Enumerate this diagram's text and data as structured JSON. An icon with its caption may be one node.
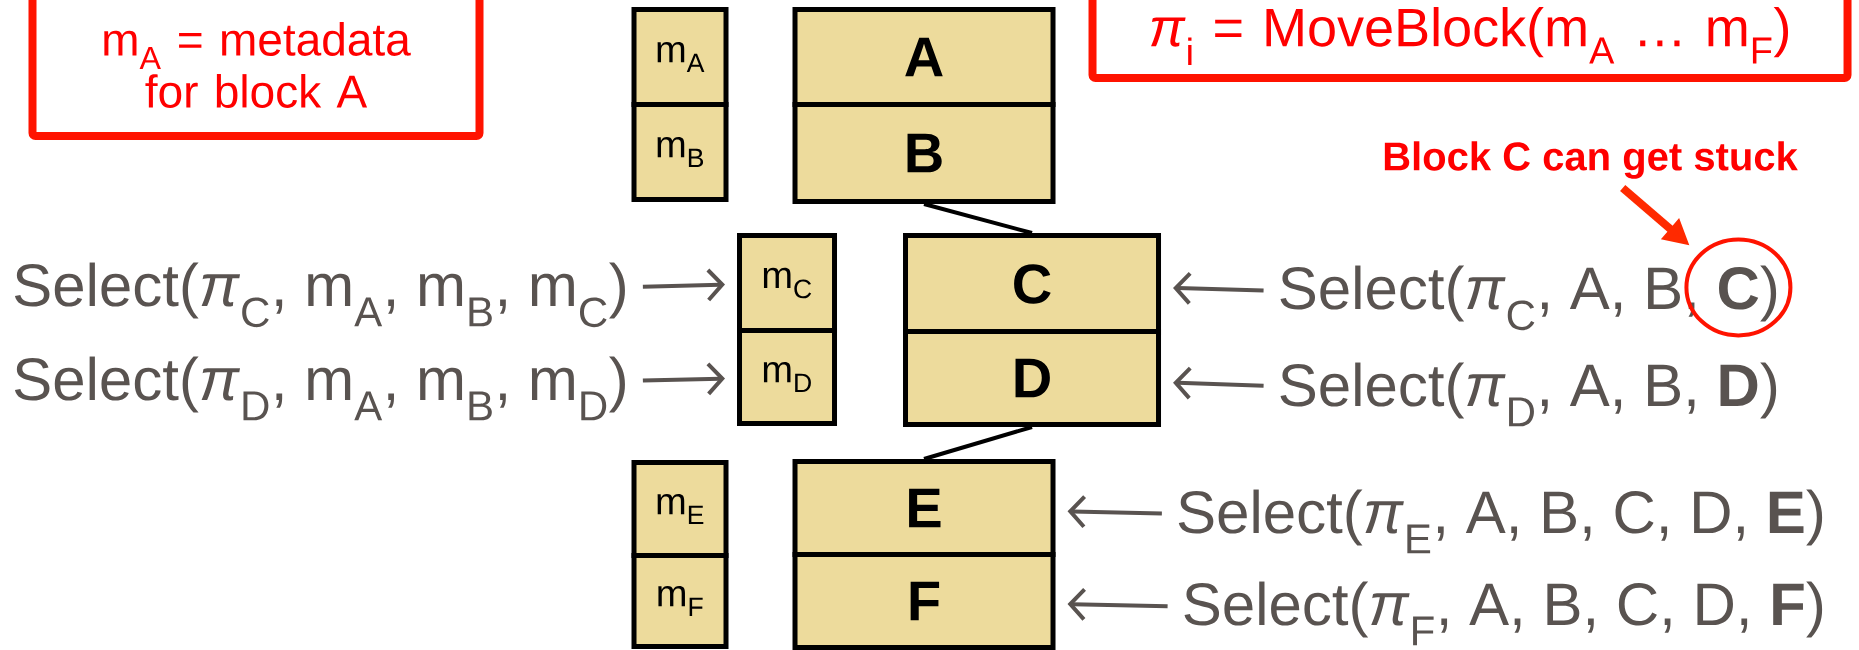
{
  "diagram": {
    "nodes": [
      {
        "text": [
          "m$_{A}$ = metadata for block A"
        ]
      },
      {
        "text": [
          "m$_{A}$"
        ]
      },
      {
        "text": [
          "A"
        ]
      },
      {
        "text": [
          "*π*$_{i}$ = MoveBlock(m$_{A}$ … m$_{F}$)"
        ]
      },
      {
        "text": [
          "m$_{B}$"
        ]
      },
      {
        "text": [
          "B"
        ]
      },
      {
        "text": [
          "Block C can get stuck"
        ]
      },
      {
        "text": [
          "Select(*π*$_{C}$, m$_{A}$, m$_{B}$, m$_{C}$)"
        ]
      },
      {
        "text": [
          "m$_{C}$"
        ]
      },
      {
        "text": [
          "C"
        ]
      },
      {
        "text": [
          "Select(*π*$_{C}$, A, B, **C**)"
        ]
      },
      {
        "text": [],
        "shape": "circle"
      },
      {
        "text": [
          "Select(*π*$_{D}$, m$_{A}$, m$_{B}$, m$_{D}$)"
        ]
      },
      {
        "text": [
          "m$_{D}$"
        ]
      },
      {
        "text": [
          "D"
        ]
      },
      {
        "text": [
          "Select(*π*$_{D}$, A, B, **D**)"
        ]
      },
      {
        "text": [
          "m$_{E}$"
        ]
      },
      {
        "text": [
          "E"
        ]
      },
      {
        "text": [
          "Select(*π*$_{E}$, A, B, C, D, **E**)"
        ]
      },
      {
        "text": [
          "m$_{F}$"
        ]
      },
      {
        "text": [
          "F"
        ]
      },
      {
        "text": [
          "Select(*π*$_{F}$, A, B, C, D, **F**)"
        ]
      }
    ],
    "edges": [
      {
        "from": 5,
        "to": 9,
        "arrow": "none",
        "color": "#000000"
      },
      {
        "from": 14,
        "to": 17,
        "arrow": "none",
        "color": "#000000"
      },
      {
        "from": 7,
        "to": 8,
        "arrow": "to"
      },
      {
        "from": 10,
        "to": 9,
        "arrow": "to"
      },
      {
        "from": 12,
        "to": 13,
        "arrow": "to"
      },
      {
        "from": 15,
        "to": 14,
        "arrow": "to"
      },
      {
        "from": 18,
        "to": 17,
        "arrow": "to"
      },
      {
        "from": 21,
        "to": 20,
        "arrow": "to"
      },
      {
        "from": 6,
        "to": 11,
        "arrow": "to",
        "style": "thick",
        "color": "#ff2a00"
      }
    ]
  }
}
